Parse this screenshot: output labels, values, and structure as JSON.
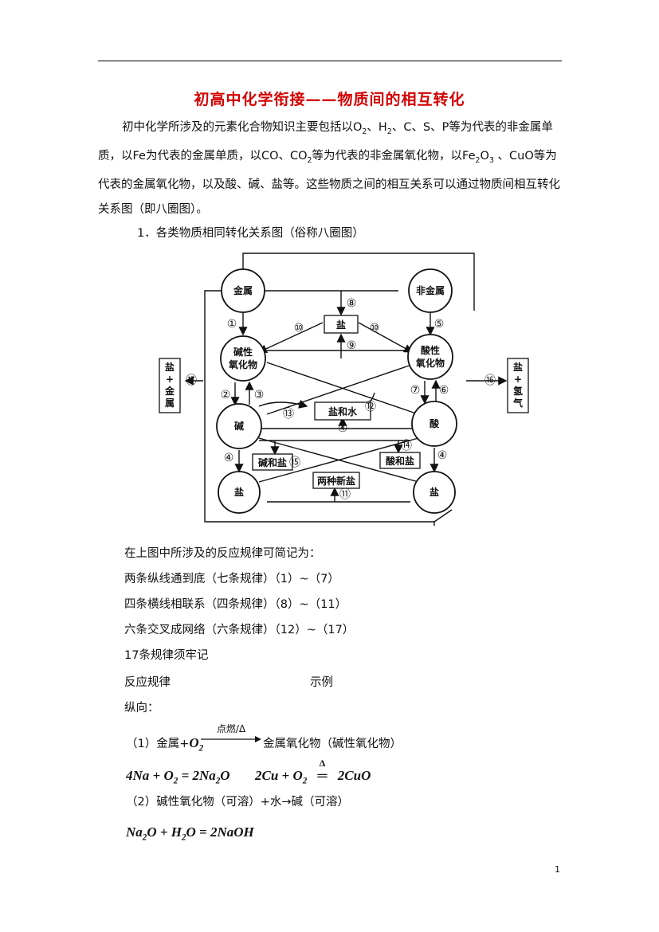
{
  "title": "初高中化学衔接——物质间的相互转化",
  "intro": {
    "p1": "初中化学所涉及的元素化合物知识主要包括以O",
    "sub_o": "2",
    "p2": "、H",
    "sub_h": "2",
    "p3": "、C、S、P等为代表的非金属单质，以Fe为代表的金属单质，以CO、CO",
    "sub_co": "2",
    "p4": "等为代表的非金属氧化物，以Fe",
    "sub_fe": "2",
    "p5": "O",
    "sub_o3": "3",
    "p6": " 、CuO等为代表的金属氧化物，以及酸、碱、盐等。这些物质之间的相互关系可以通过物质间相互转化关系图（即八圈图）。"
  },
  "section1": "1．各类物质相同转化关系图（俗称八圈图）",
  "diagram": {
    "metal": "金属",
    "nonmetal": "非金属",
    "salt_top": "盐",
    "basic_oxide_1": "碱性",
    "basic_oxide_2": "氧化物",
    "acid_oxide_1": "酸性",
    "acid_oxide_2": "氧化物",
    "base": "碱",
    "acid": "酸",
    "salt_left": "盐",
    "salt_right": "盐",
    "salt_water": "盐和水",
    "base_salt": "碱和盐",
    "acid_salt": "酸和盐",
    "two_new_salts": "两种新盐",
    "left_box": [
      "盐",
      "+",
      "金",
      "属"
    ],
    "right_box": [
      "盐",
      "+",
      "氢",
      "气"
    ],
    "n1": "①",
    "n2": "②",
    "n3": "③",
    "n4": "④",
    "n5": "⑤",
    "n6": "⑥",
    "n7": "⑦",
    "n8": "⑧",
    "n9": "⑨",
    "n10": "⑩",
    "n11": "⑪",
    "n12": "⑫",
    "n13": "⑬",
    "n14": "⑭",
    "n15": "⑮",
    "n16": "⑯",
    "n17": "⑰"
  },
  "rules_intro": "在上图中所涉及的反应规律可简记为：",
  "rule_a": "两条纵线通到底（七条规律）（1）~（7）",
  "rule_b": "四条横线相联系（四条规律）（8）~（11）",
  "rule_c": "六条交叉成网络（六条规律）（12）~（17）",
  "rule_d": "17条规律须牢记",
  "col_rule": "反应规律",
  "col_example": "示例",
  "vertical": "纵向：",
  "r1": {
    "prefix": "（1）金属+",
    "o2": "O",
    "o2sub": "2",
    "condition": "点燃/Δ",
    "suffix": "金属氧化物（碱性氧化物）"
  },
  "eq1": {
    "left": "4Na + O",
    "sub1": "2",
    "mid": " = 2Na",
    "sub2": "2",
    "end": "O"
  },
  "eq2": {
    "left": "2Cu + O",
    "sub1": "2",
    "delta": "Δ",
    "right": "2CuO"
  },
  "r2": {
    "prefix": "（2）碱性氧化物（可溶）+水",
    "arrow": "→",
    "suffix": "碱（可溶）"
  },
  "eq3": {
    "a": "Na",
    "s1": "2",
    "b": "O + H",
    "s2": "2",
    "c": "O = 2NaOH"
  },
  "page_number": "1"
}
